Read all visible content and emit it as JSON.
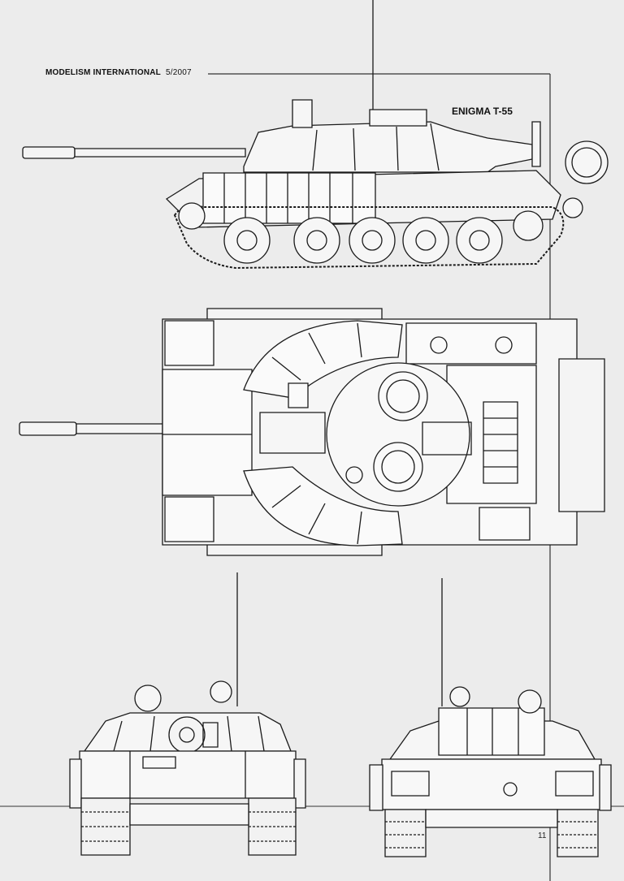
{
  "header": {
    "publication": "MODELISM INTERNATIONAL",
    "issue": "5/2007"
  },
  "title": "ENIGMA T-55",
  "page_number": "11",
  "views": {
    "side": {
      "icon": "tank-side-view-drawing"
    },
    "top": {
      "icon": "tank-top-view-drawing"
    },
    "front": {
      "icon": "tank-front-view-drawing"
    },
    "rear": {
      "icon": "tank-rear-view-drawing"
    }
  },
  "colors": {
    "paper": "#ececec",
    "ink": "#1a1a1a"
  }
}
